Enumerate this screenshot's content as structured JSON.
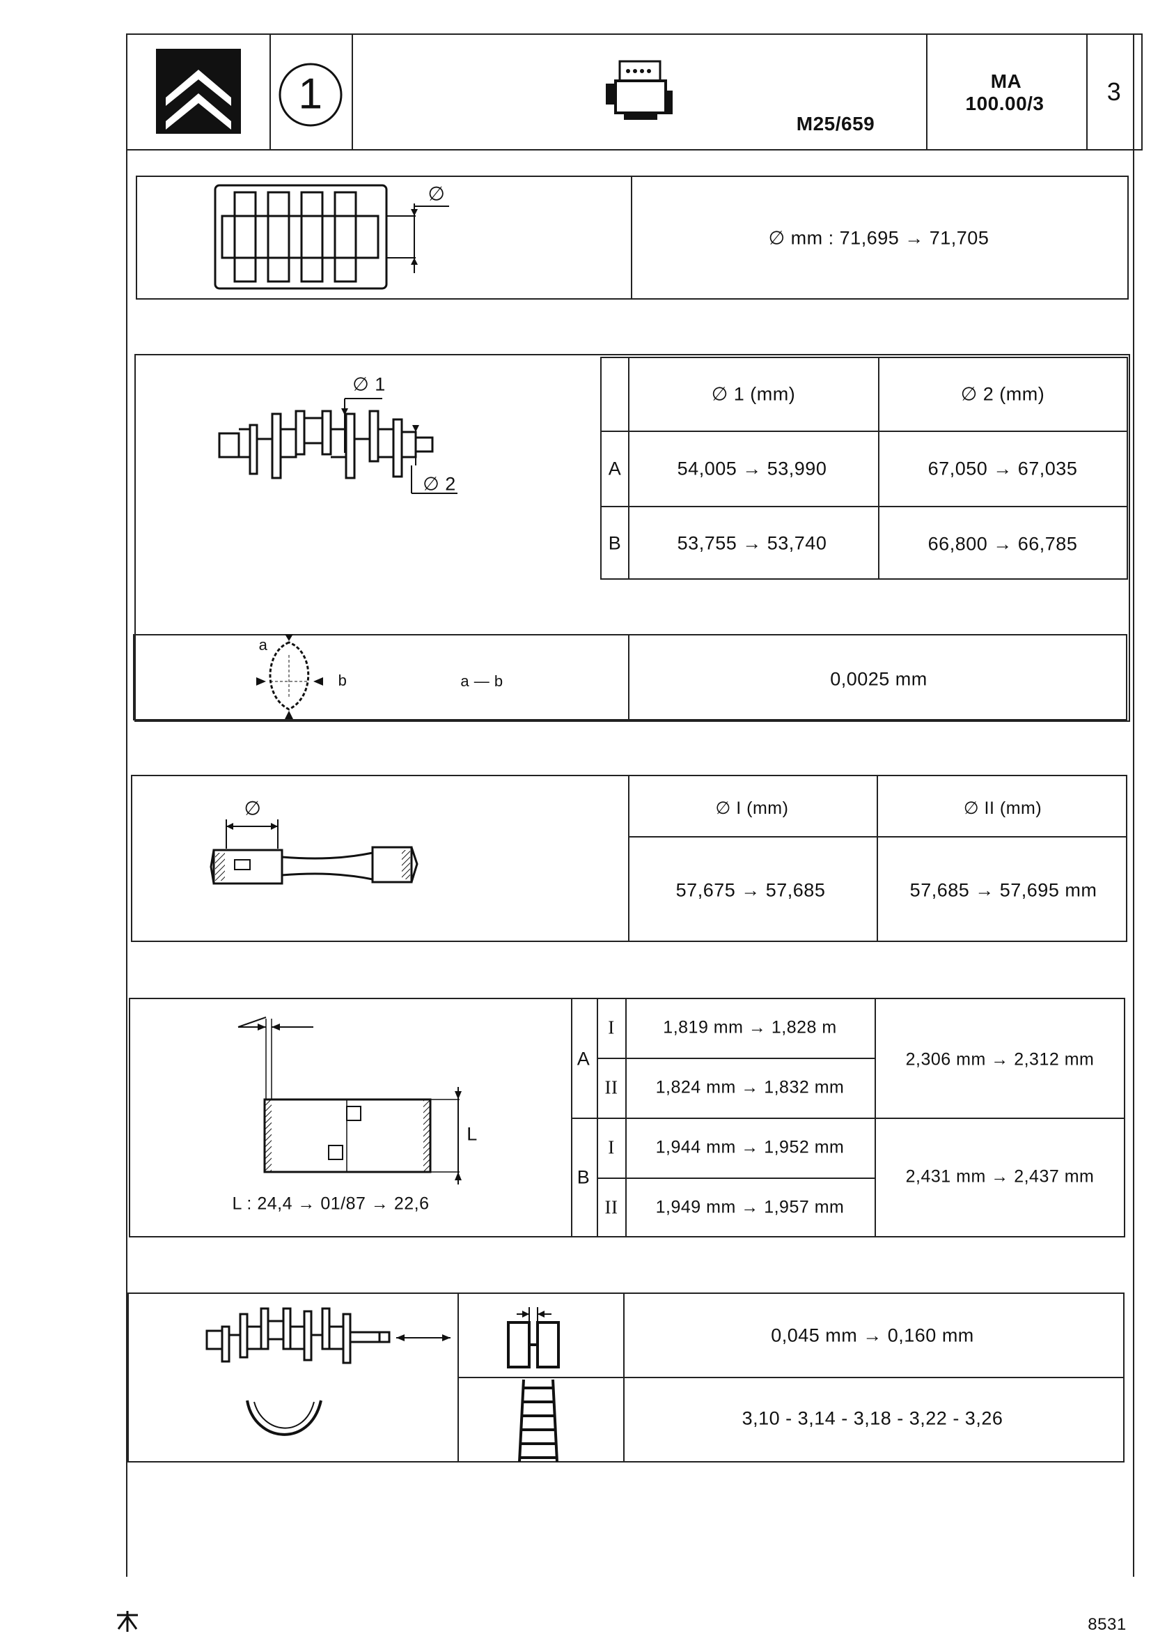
{
  "header": {
    "circle_number": "1",
    "engine_code": "M25/659",
    "doc_ref_line1": "MA",
    "doc_ref_line2": "100.00/3",
    "page_number": "3"
  },
  "sec1": {
    "dia_symbol": "∅",
    "value": "∅ mm : 71,695 → 71,705"
  },
  "sec2": {
    "label_d1": "∅ 1",
    "label_d2": "∅ 2",
    "col1_header": "∅ 1 (mm)",
    "col2_header": "∅ 2 (mm)",
    "rows": [
      {
        "grade": "A",
        "d1": "54,005 → 53,990",
        "d2": "67,050 → 67,035"
      },
      {
        "grade": "B",
        "d1": "53,755 → 53,740",
        "d2": "66,800 → 66,785"
      }
    ]
  },
  "sec3": {
    "label_a": "a",
    "label_b": "b",
    "formula": "a — b",
    "value": "0,0025 mm"
  },
  "sec4": {
    "dia_symbol": "∅",
    "col1_header": "∅ I (mm)",
    "col2_header": "∅ II (mm)",
    "col1_value": "57,675 → 57,685",
    "col2_value": "57,685 → 57,695 mm"
  },
  "sec5": {
    "label_L": "L",
    "caption": "L : 24,4 → 01/87 → 22,6",
    "groups": [
      {
        "grade": "A",
        "total": "2,306 mm → 2,312 mm",
        "rows": [
          {
            "cls": "I",
            "value": "1,819 mm → 1,828 m"
          },
          {
            "cls": "II",
            "value": "1,824 mm → 1,832 mm"
          }
        ]
      },
      {
        "grade": "B",
        "total": "2,431 mm → 2,437 mm",
        "rows": [
          {
            "cls": "I",
            "value": "1,944 mm → 1,952 mm"
          },
          {
            "cls": "II",
            "value": "1,949 mm → 1,957 mm"
          }
        ]
      }
    ]
  },
  "sec6": {
    "endplay": "0,045 mm → 0,160 mm",
    "shims": "3,10 - 3,14 - 3,18 - 3,22 - 3,26"
  },
  "footer": {
    "code": "8531"
  }
}
